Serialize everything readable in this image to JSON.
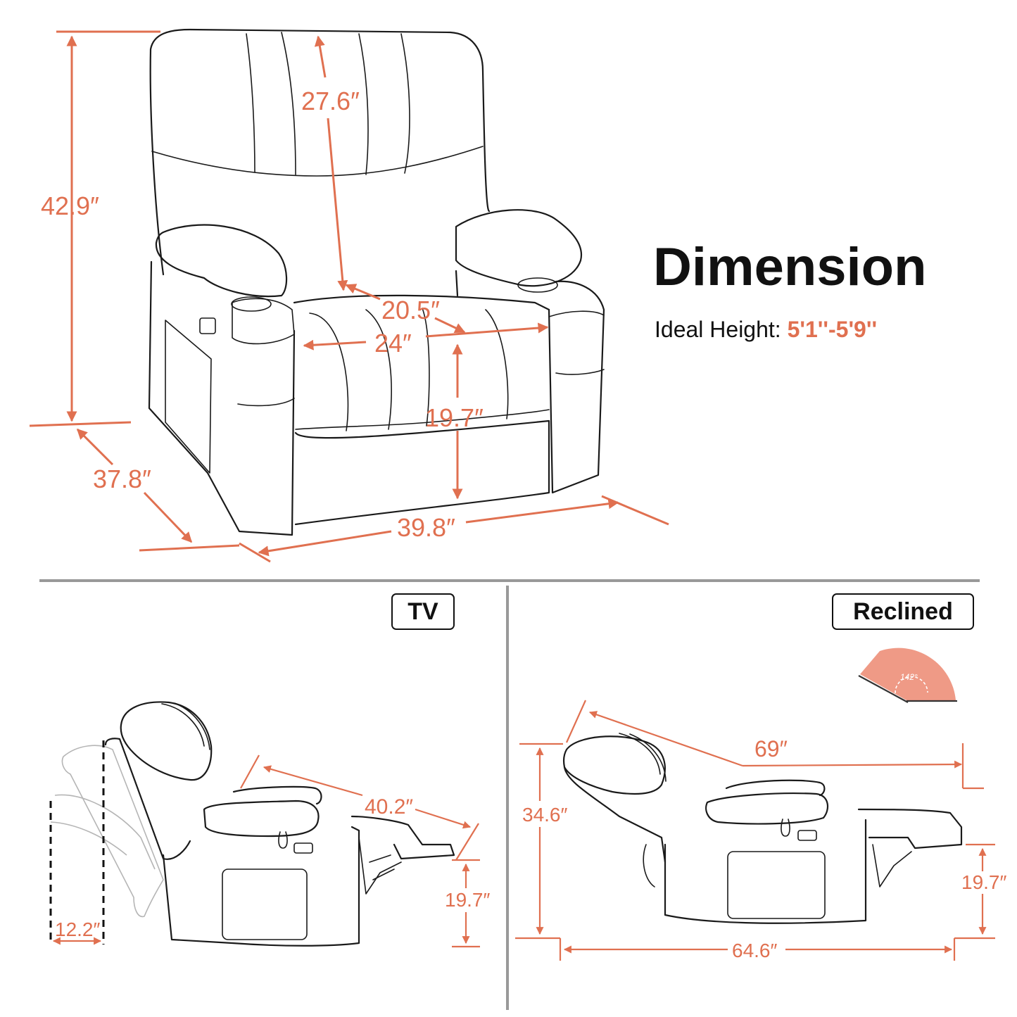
{
  "heading": {
    "title": "Dimension",
    "ideal_height_label": "Ideal Height:",
    "ideal_height_value": "5'1''-5'9''"
  },
  "front_view": {
    "dimensions": {
      "overall_height": "42.9″",
      "backrest_height": "27.6″",
      "seat_depth": "20.5″",
      "seat_width": "24″",
      "seat_height": "19.7″",
      "overall_depth": "37.8″",
      "overall_width": "39.8″"
    }
  },
  "tv_view": {
    "label": "TV",
    "dimensions": {
      "length": "40.2″",
      "footrest_height": "19.7″",
      "wall_clearance": "12.2″"
    }
  },
  "reclined_view": {
    "label": "Reclined",
    "recline_angle": "142°",
    "dimensions": {
      "overall_length": "69″",
      "height": "34.6″",
      "footrest_height": "19.7″",
      "floor_length": "64.6″"
    }
  },
  "colors": {
    "accent": "#e07050",
    "outline": "#1a1a1a",
    "divider": "#999999"
  }
}
